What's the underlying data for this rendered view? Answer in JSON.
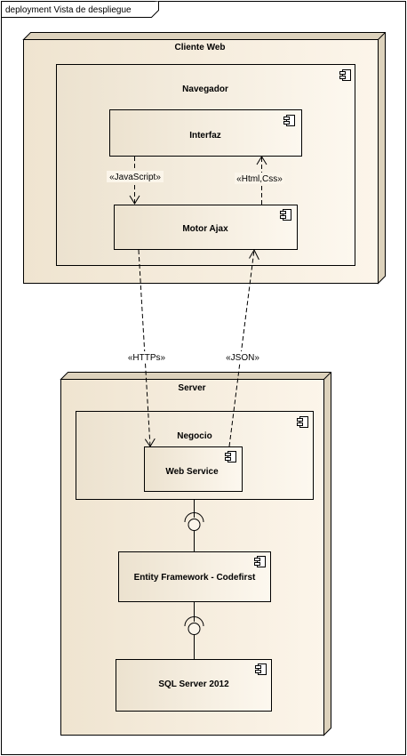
{
  "frame": {
    "title": "deployment Vista de despliegue"
  },
  "nodes": {
    "cliente_web": {
      "label": "Cliente Web"
    },
    "server": {
      "label": "Server"
    }
  },
  "components": {
    "navegador": {
      "label": "Navegador"
    },
    "interfaz": {
      "label": "Interfaz"
    },
    "motor_ajax": {
      "label": "Motor Ajax"
    },
    "negocio": {
      "label": "Negocio"
    },
    "web_service": {
      "label": "Web Service"
    },
    "entity_framework": {
      "label": "Entity Framework - Codefirst"
    },
    "sql_server": {
      "label": "SQL Server 2012"
    }
  },
  "connectors": {
    "javascript": {
      "label": "«JavaScript»"
    },
    "html_css": {
      "label": "«Html,Css»"
    },
    "https": {
      "label": "«HTTPs»"
    },
    "json": {
      "label": "«JSON»"
    }
  }
}
